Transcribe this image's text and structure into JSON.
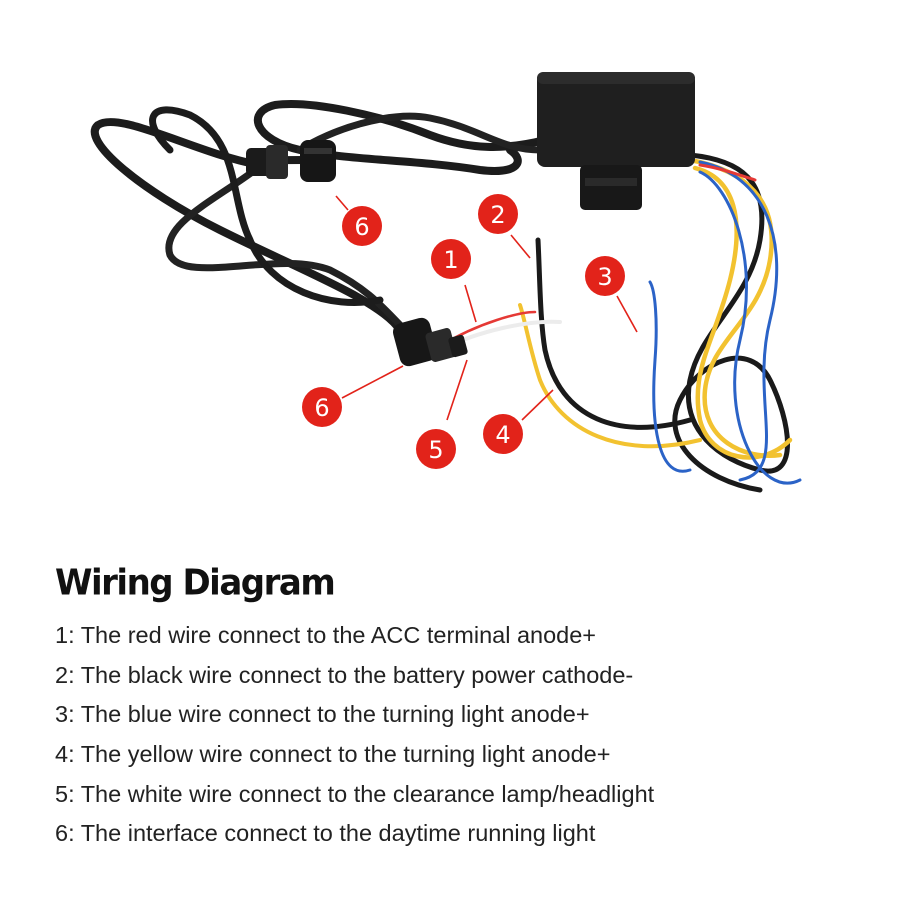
{
  "diagram": {
    "callouts": [
      {
        "id": "callout-1",
        "label": "1"
      },
      {
        "id": "callout-2",
        "label": "2"
      },
      {
        "id": "callout-3",
        "label": "3"
      },
      {
        "id": "callout-4",
        "label": "4"
      },
      {
        "id": "callout-5",
        "label": "5"
      },
      {
        "id": "callout-6-top",
        "label": "6"
      },
      {
        "id": "callout-6-bottom",
        "label": "6"
      }
    ],
    "colors": {
      "badge": "#e2231a",
      "red_wire": "#e53935",
      "black_wire": "#1a1a1a",
      "blue_wire": "#2b63c7",
      "yellow_wire": "#f2c230",
      "white_wire": "#f2f2f2"
    }
  },
  "legend": {
    "title": "Wiring Diagram",
    "items": [
      "1: The red wire connect to the ACC terminal anode+",
      "2: The black wire connect to the battery power cathode-",
      "3: The blue wire connect to the turning light anode+",
      "4: The yellow wire connect to the turning light anode+",
      "5: The white wire connect to the clearance lamp/headlight",
      "6: The interface connect to the daytime running light"
    ]
  }
}
